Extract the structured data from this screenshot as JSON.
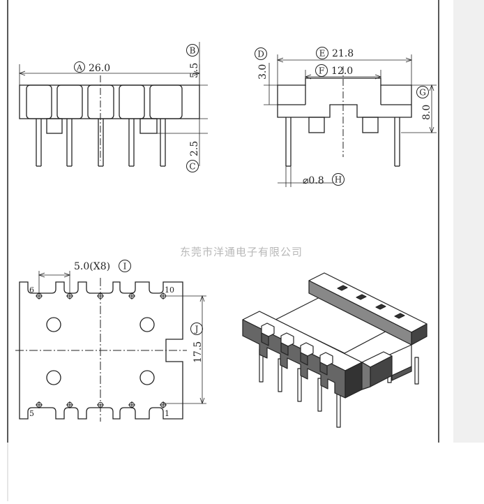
{
  "watermark": "东莞市洋通电子有限公司",
  "colors": {
    "line": "#222222",
    "watermark": "#b8b8b8",
    "panel": "#f0f0f0"
  },
  "front_view": {
    "label_a": "A",
    "dim_a": "26.0",
    "label_b": "B",
    "dim_b": "5.5",
    "label_c": "C",
    "dim_c": "2.5"
  },
  "side_view": {
    "label_d": "D",
    "dim_d": "3.0",
    "label_e": "E",
    "dim_e": "21.8",
    "label_f": "F",
    "dim_f": "12.0",
    "label_g": "G",
    "dim_g": "8.0",
    "label_h": "H",
    "dim_h": "⌀0.8"
  },
  "bottom_view": {
    "label_i": "I",
    "dim_i": "5.0(X8)",
    "label_j": "J",
    "dim_j": "17.5",
    "pin_6": "6",
    "pin_10": "10",
    "pin_5": "5",
    "pin_1": "1"
  }
}
